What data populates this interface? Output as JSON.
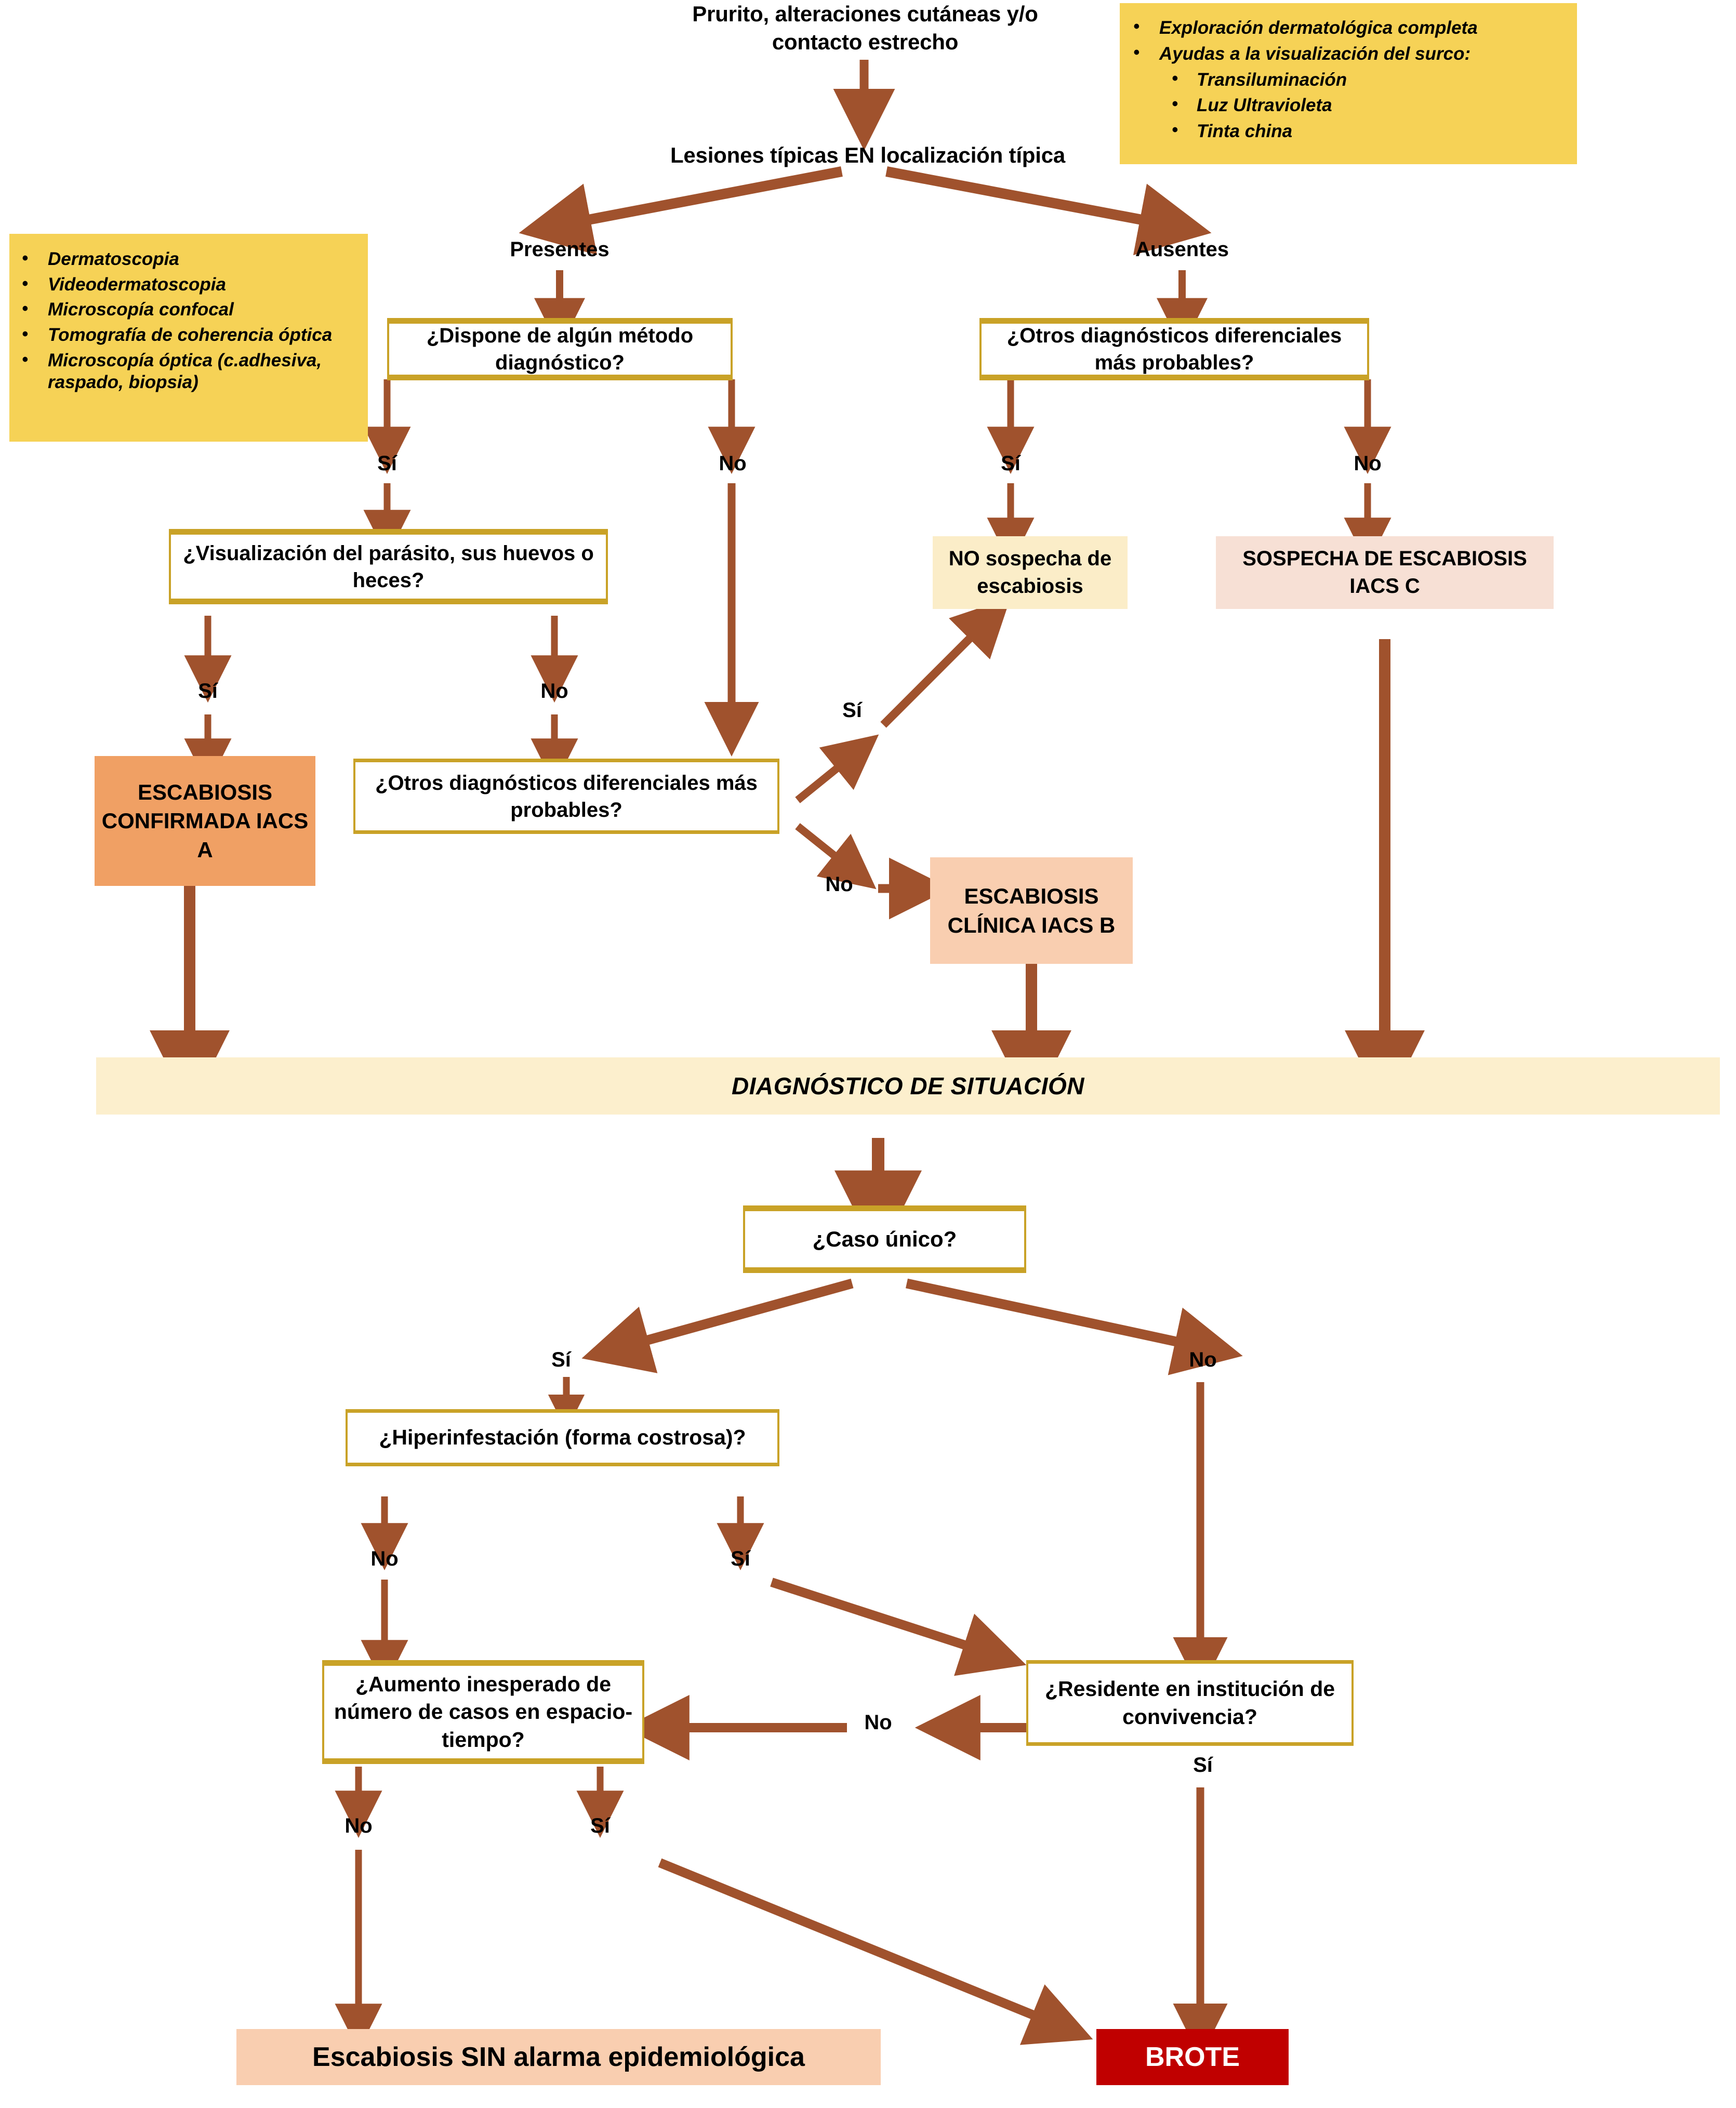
{
  "colors": {
    "arrow": "#A0522D",
    "box_border": "#C9A227",
    "note_bg": "#F6D256",
    "confirmed_bg": "#F0A064",
    "clinical_bg": "#F9CEB0",
    "suspicion_bg": "#F7E0D5",
    "no_suspicion_bg": "#FBEDC8",
    "band_bg": "#FCEFCD",
    "outbreak_bg": "#C00000",
    "outbreak_text": "#FFFFFF"
  },
  "start": {
    "title_line1": "Prurito, alteraciones cutáneas y/o",
    "title_line2": "contacto estrecho",
    "second": "Lesiones típicas EN localización típica"
  },
  "notes": {
    "exploration": {
      "items": [
        {
          "text": "Exploración dermatológica completa",
          "level": 0
        },
        {
          "text": "Ayudas a la visualización del surco:",
          "level": 0
        },
        {
          "text": "Transiluminación",
          "level": 1
        },
        {
          "text": "Luz Ultravioleta",
          "level": 1
        },
        {
          "text": "Tinta china",
          "level": 1
        }
      ]
    },
    "methods": {
      "items": [
        {
          "text": "Dermatoscopia",
          "level": 0
        },
        {
          "text": "Videodermatoscopia",
          "level": 0
        },
        {
          "text": "Microscopía confocal",
          "level": 0
        },
        {
          "text": "Tomografía de coherencia óptica",
          "level": 0
        },
        {
          "text": "Microscopía óptica (c.adhesiva, raspado, biopsia)",
          "level": 0
        }
      ]
    }
  },
  "branch_labels": {
    "presentes": "Presentes",
    "ausentes": "Ausentes",
    "si": "Sí",
    "no": "No"
  },
  "decisions": {
    "method_available": "¿Dispone de algún método diagnóstico?",
    "other_dx_right": "¿Otros diagnósticos diferenciales más probables?",
    "visualization": "¿Visualización del parásito, sus huevos o heces?",
    "other_dx_mid": "¿Otros diagnósticos diferenciales más probables?",
    "single_case": "¿Caso único?",
    "hyperinfestation": "¿Hiperinfestación (forma costrosa)?",
    "unexpected_increase": "¿Aumento inesperado de número de casos en espacio-tiempo?",
    "institution_resident": "¿Residente en institución de convivencia?"
  },
  "results": {
    "no_suspicion": "NO sospecha de escabiosis",
    "suspicion_c": "SOSPECHA DE ESCABIOSIS IACS C",
    "confirmed_a": "ESCABIOSIS CONFIRMADA IACS A",
    "clinical_b": "ESCABIOSIS CLÍNICA IACS B",
    "no_alarm": "Escabiosis SIN alarma epidemiológica",
    "outbreak": "BROTE"
  },
  "band": {
    "label": "DIAGNÓSTICO DE SITUACIÓN"
  },
  "edge_labels": {
    "presentes": "Presentes",
    "ausentes": "Ausentes",
    "method_si": "Sí",
    "method_no": "No",
    "otherdx_si": "Sí",
    "otherdx_no": "No",
    "vis_si": "Sí",
    "vis_no": "No",
    "mid_si": "Sí",
    "mid_no": "No",
    "case_si": "Sí",
    "case_no": "No",
    "hyper_no": "No",
    "hyper_si": "Sí",
    "inst_no": "No",
    "inst_si": "Sí",
    "incr_no": "No",
    "incr_si": "Sí"
  }
}
